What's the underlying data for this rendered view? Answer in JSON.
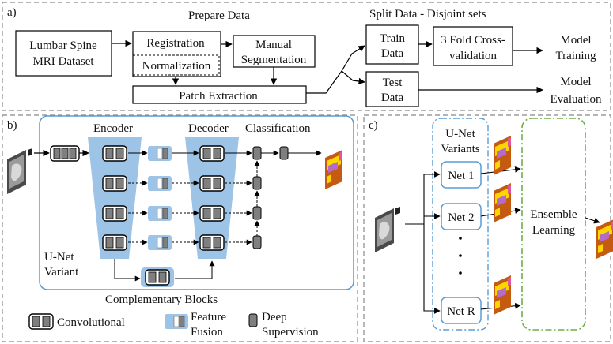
{
  "panel_a": {
    "label": "a)",
    "title_prepare": "Prepare Data",
    "title_split": "Split Data - Disjoint sets",
    "dataset_line1": "Lumbar Spine",
    "dataset_line2": "MRI Dataset",
    "registration": "Registration",
    "normalization": "Normalization",
    "manual_line1": "Manual",
    "manual_line2": "Segmentation",
    "patch": "Patch Extraction",
    "train_line1": "Train",
    "train_line2": "Data",
    "test_line1": "Test",
    "test_line2": "Data",
    "cv_line1": "3 Fold Cross-",
    "cv_line2": "validation",
    "model_training_line1": "Model",
    "model_training_line2": "Training",
    "model_eval_line1": "Model",
    "model_eval_line2": "Evaluation"
  },
  "panel_b": {
    "label": "b)",
    "encoder": "Encoder",
    "decoder": "Decoder",
    "classification": "Classification",
    "unet_line1": "U-Net",
    "unet_line2": "Variant",
    "complementary": "Complementary Blocks",
    "legend_conv": "Convolutional",
    "legend_ff_line1": "Feature",
    "legend_ff_line2": "Fusion",
    "legend_ds_line1": "Deep",
    "legend_ds_line2": "Supervision"
  },
  "panel_c": {
    "label": "c)",
    "variants_line1": "U-Net",
    "variants_line2": "Variants",
    "net1": "Net 1",
    "net2": "Net 2",
    "netR": "Net R",
    "ensemble_line1": "Ensemble",
    "ensemble_line2": "Learning"
  },
  "colors": {
    "encoder_fill": "#9dc3e6",
    "panel_border": "#5b9bd5",
    "ensemble_border": "#70ad47",
    "net_border": "#5b9bd5",
    "block_fill": "#7f7f7f",
    "dashed_border": "#888888",
    "seg_orange": "#c55a11",
    "seg_yellow": "#ffd700",
    "seg_purple": "#b36cc9",
    "seg_pink": "#e0569b"
  }
}
